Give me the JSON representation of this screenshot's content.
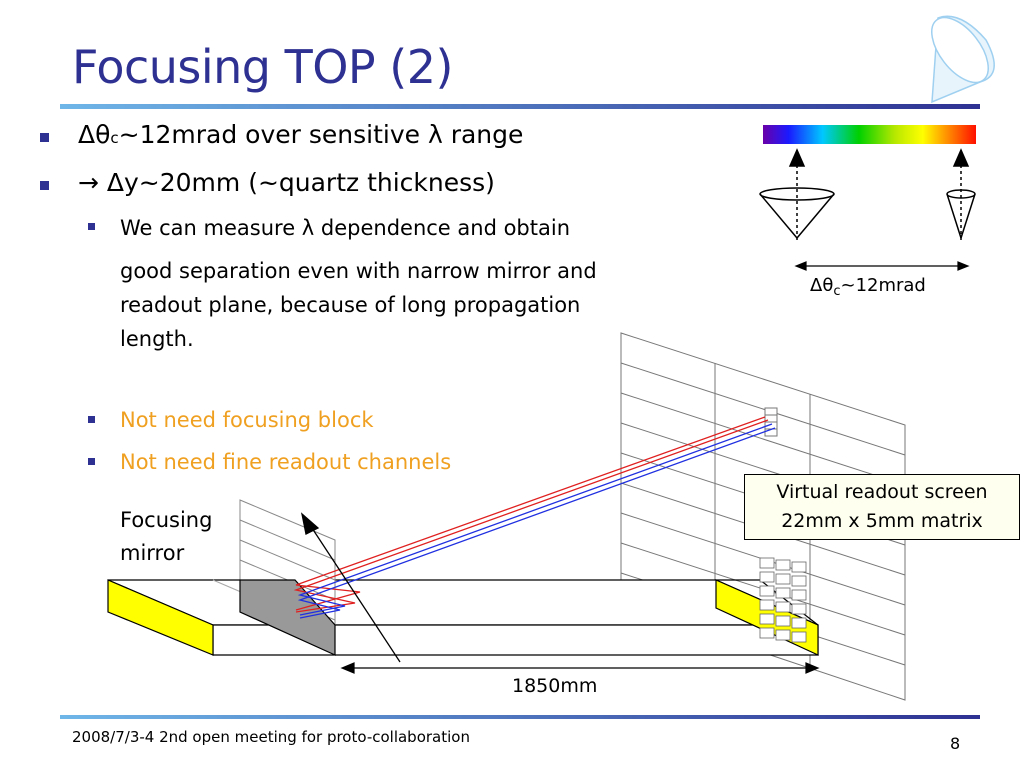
{
  "slide": {
    "title": "Focusing TOP (2)",
    "bullets": {
      "b1": "Δθc~12mrad over sensitive λ range",
      "b1_parts": {
        "pre": "Δθ",
        "sub": "c",
        "post": "~12mrad over sensitive λ range"
      },
      "b2": "→ Δy~20mm (~quartz thickness)",
      "b3_lines": [
        "We can measure λ dependence and obtain",
        "good separation even with narrow mirror and",
        "readout plane, because of long propagation",
        "length."
      ],
      "b4": "Not need focusing block",
      "b5": "Not need fine readout channels"
    },
    "diagram": {
      "cone_label_parts": {
        "pre": "Δθ",
        "sub": "c",
        "post": "~12mrad"
      },
      "mirror_label_lines": [
        "Focusing",
        "mirror"
      ],
      "screen_label_lines": [
        "Virtual readout screen",
        "22mm x 5mm matrix"
      ],
      "length_label": "1850mm"
    },
    "footer": {
      "text": "2008/7/3-4 2nd open meeting for proto-collaboration",
      "page": "8"
    },
    "colors": {
      "title": "#2e3192",
      "bullet": "#2e3192",
      "orange_text": "#f0a020",
      "bar_end": "#ffff00",
      "mirror": "#999999",
      "ray_red": "#e02020",
      "ray_blue": "#2030e0"
    }
  }
}
